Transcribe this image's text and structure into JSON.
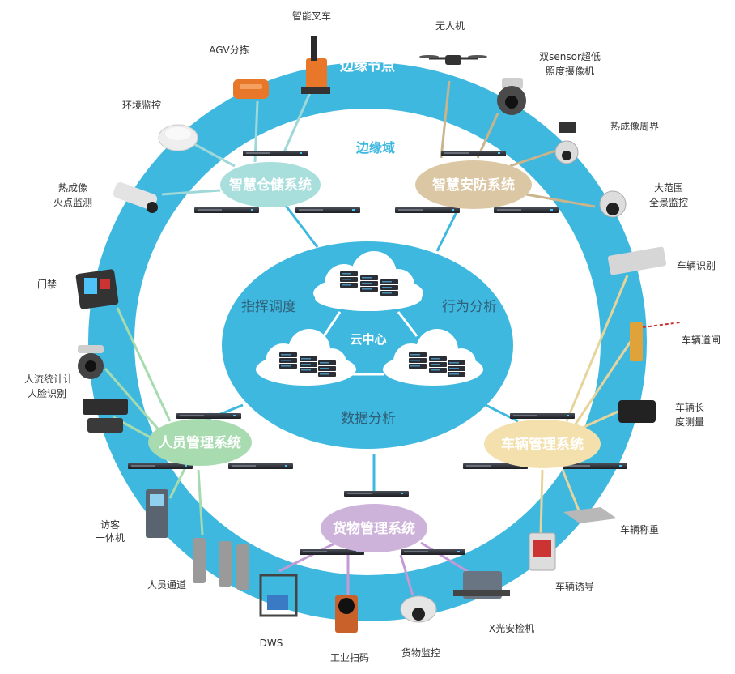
{
  "zones": {
    "edge_node": "边缘节点",
    "edge_domain": "边缘域",
    "cloud_center": "云中心"
  },
  "cloud_functions": {
    "dispatch": "指挥调度",
    "behavior": "行为分析",
    "data": "数据分析"
  },
  "systems": {
    "warehouse": "智慧仓储系统",
    "security": "智慧安防系统",
    "personnel": "人员管理系统",
    "vehicle": "车辆管理系统",
    "cargo": "货物管理系统"
  },
  "devices": {
    "forklift": "智能叉车",
    "agv": "AGV分拣",
    "env": "环境监控",
    "thermal_fire_1": "热成像",
    "thermal_fire_2": "火点监测",
    "door": "门禁",
    "flow_1": "人流统计计",
    "flow_2": "人脸识别",
    "visitor_1": "访客",
    "visitor_2": "一体机",
    "passage": "人员通道",
    "dws": "DWS",
    "scanner": "工业扫码",
    "cargo_mon": "货物监控",
    "xray": "X光安检机",
    "guide": "车辆诱导",
    "weigh": "车辆称重",
    "measure_1": "车辆长",
    "measure_2": "度测量",
    "gate": "车辆道闸",
    "plate": "车辆识别",
    "panorama_1": "大范围",
    "panorama_2": "全景监控",
    "thermal_perim": "热成像周界",
    "dual_1": "双sensor超低",
    "dual_2": "照度摄像机",
    "drone": "无人机"
  },
  "colors": {
    "ring": "#3fb8e0",
    "warehouse": "#a8dedc",
    "security": "#dcc7a4",
    "personnel": "#a8dcb0",
    "vehicle": "#f3e0ac",
    "cargo": "#cdb3da",
    "line_warehouse": "#9fd8d8",
    "line_security": "#c9b48c",
    "line_personnel": "#a6dbb0",
    "line_vehicle": "#e6d49c",
    "line_cargo": "#c39ad3"
  }
}
